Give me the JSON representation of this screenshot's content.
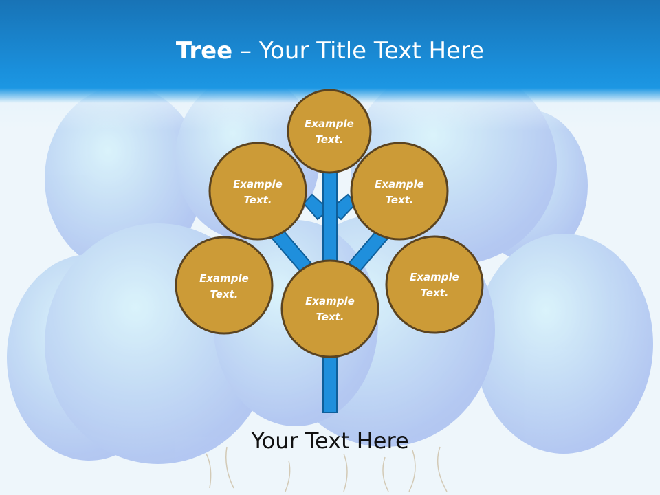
{
  "slide": {
    "title_bold": "Tree",
    "title_rest": " – Your Title Text Here",
    "bottom_text": "Your Text Here"
  },
  "nodes": [
    {
      "id": "top",
      "line1": "Example",
      "line2": "Text."
    },
    {
      "id": "upper-left",
      "line1": "Example",
      "line2": "Text."
    },
    {
      "id": "upper-right",
      "line1": "Example",
      "line2": "Text."
    },
    {
      "id": "lower-left",
      "line1": "Example",
      "line2": "Text."
    },
    {
      "id": "center",
      "line1": "Example",
      "line2": "Text."
    },
    {
      "id": "lower-right",
      "line1": "Example",
      "line2": "Text."
    }
  ],
  "colors": {
    "header": "#1a8fdb",
    "node_fill": "#cc9b37",
    "node_stroke": "#5a4320",
    "trunk": "#1f8fdc",
    "trunk_stroke": "#0f5f9a"
  }
}
